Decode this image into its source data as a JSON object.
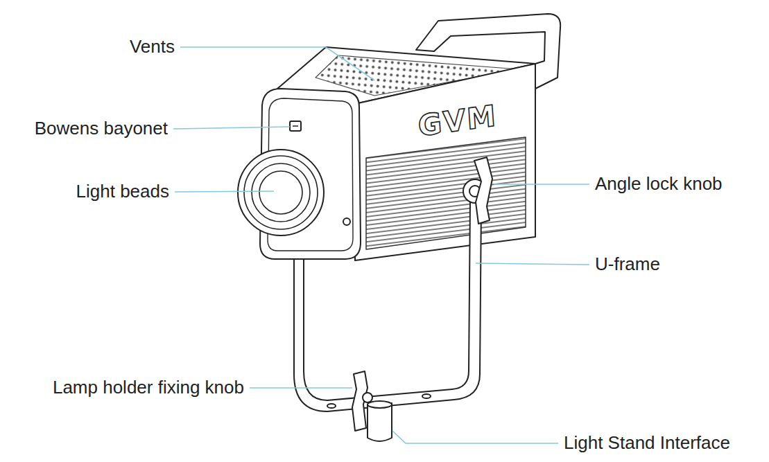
{
  "diagram": {
    "labels": [
      "Vents",
      "Bowens bayonet",
      "GVM",
      "Light beads",
      "Angle lock knob",
      "U-frame",
      "Lamp holder fixing knob",
      "Light Stand Interface"
    ]
  }
}
